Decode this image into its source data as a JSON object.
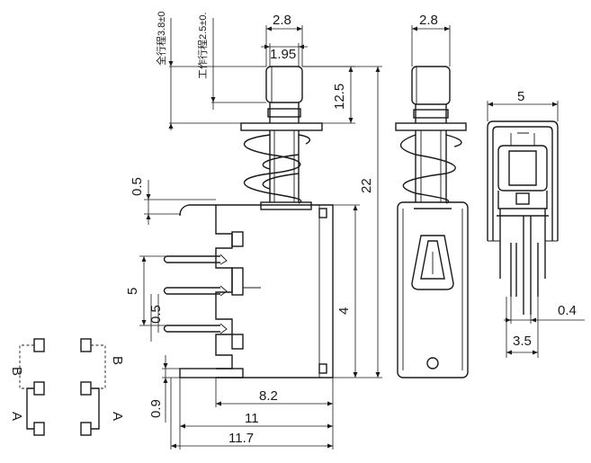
{
  "dimensions": {
    "width_2_8_a": "2.8",
    "width_1_95": "1.95",
    "height_12_5": "12.5",
    "height_22": "22",
    "gap_0_5_top": "0.5",
    "pitch_5": "5",
    "gap_0_5_mid": "0.5",
    "height_4": "4",
    "foot_0_9": "0.9",
    "len_8_2": "8.2",
    "len_11": "11",
    "len_11_7": "11.7",
    "width_2_8_b": "2.8",
    "width_5": "5",
    "thick_0_4": "0.4",
    "pin_3_5": "3.5"
  },
  "travel_labels": {
    "full_travel": "全行程3.8±0",
    "work_travel": "工作行程2.5±0."
  },
  "schematic": {
    "left_b": "B",
    "left_a": "A",
    "right_b": "B",
    "right_a": "A"
  }
}
